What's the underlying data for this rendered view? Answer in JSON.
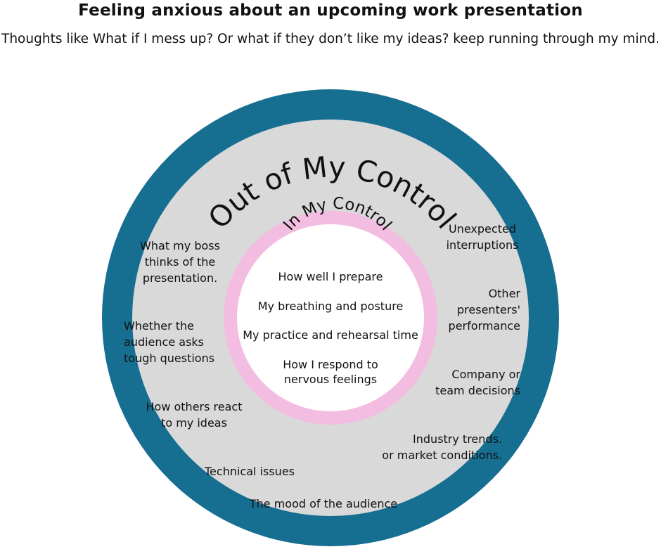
{
  "header": {
    "title": "Feeling anxious about an upcoming work presentation",
    "subtitle": "Thoughts like What if I mess up? Or what if they don’t like my ideas? keep running through my mind."
  },
  "outer_ring": {
    "heading": "Out of My Control",
    "items": [
      "What my boss\nthinks of the\npresentation.",
      "Whether the\naudience asks\ntough questions",
      "How others react\nto my ideas",
      "Technical issues",
      "The mood of the audience",
      "Unexpected\ninterruptions",
      "Other\npresenters'\nperformance",
      "Company or\nteam decisions",
      "Industry trends.\nor market conditions."
    ]
  },
  "inner_circle": {
    "heading": "In My Control",
    "items": [
      "How well I prepare",
      "My breathing and posture",
      "My practice and rehearsal time",
      "How I respond to\nnervous feelings"
    ]
  },
  "colors": {
    "outer_ring": "#166e91",
    "outer_fill": "#d9d9d9",
    "inner_ring": "#f2bde1",
    "inner_fill": "#ffffff"
  }
}
